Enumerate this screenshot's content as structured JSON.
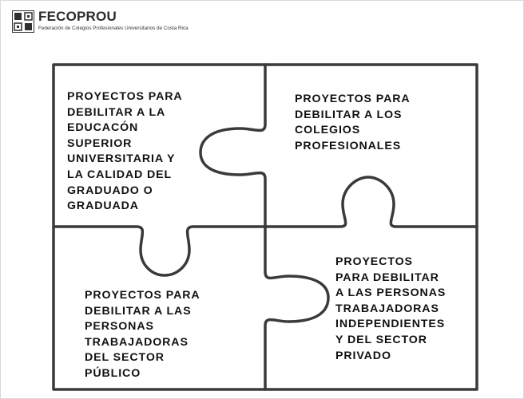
{
  "logo": {
    "name": "FECOPROU",
    "subtitle": "Federación de Colegios Profesionales Universitarios de Costa Rica"
  },
  "colors": {
    "outline": "#3a3a3a",
    "text": "#111111",
    "background": "#ffffff"
  },
  "pieces": {
    "top_left": {
      "lines": [
        "PROYECTOS PARA",
        "DEBILITAR A LA",
        "EDUCACÓN",
        "SUPERIOR",
        "UNIVERSITARIA Y",
        "LA CALIDAD DEL",
        "GRADUADO O",
        "GRADUADA"
      ]
    },
    "top_right": {
      "lines": [
        "PROYECTOS PARA",
        "DEBILITAR A LOS",
        "COLEGIOS",
        "PROFESIONALES"
      ]
    },
    "bottom_left": {
      "lines": [
        "PROYECTOS PARA",
        "DEBILITAR A LAS",
        "PERSONAS",
        "TRABAJADORAS",
        "DEL SECTOR",
        "PÚBLICO"
      ]
    },
    "bottom_right": {
      "lines": [
        "PROYECTOS",
        "PARA DEBILITAR",
        "A LAS PERSONAS",
        "TRABAJADORAS",
        "INDEPENDIENTES",
        "Y DEL SECTOR",
        "PRIVADO"
      ]
    }
  }
}
